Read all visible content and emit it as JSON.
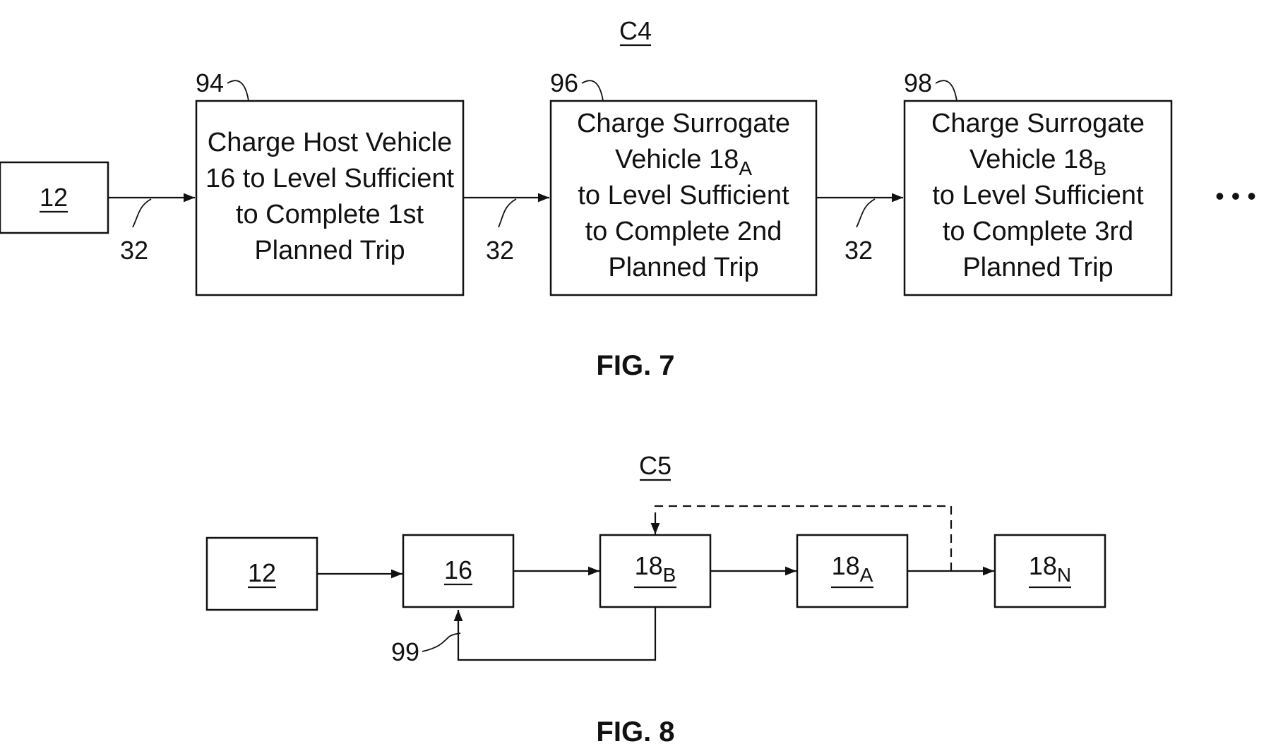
{
  "fig7": {
    "caption": "FIG. 7",
    "chart_label": "C4",
    "input_block": "12",
    "connector_ref": "32",
    "block_94": {
      "ref": "94",
      "lines": [
        "Charge Host Vehicle",
        "16 to Level Sufficient",
        "to Complete 1st",
        "Planned Trip"
      ]
    },
    "block_96": {
      "ref": "96",
      "line1": "Charge Surrogate",
      "line2_main": "Vehicle 18",
      "line2_sub": "A",
      "lines_rest": [
        "to Level Sufficient",
        "to Complete 2nd",
        "Planned Trip"
      ]
    },
    "block_98": {
      "ref": "98",
      "line1": "Charge Surrogate",
      "line2_main": "Vehicle 18",
      "line2_sub": "B",
      "lines_rest": [
        "to Level Sufficient",
        "to Complete 3rd",
        "Planned Trip"
      ]
    },
    "continuation": "• • •"
  },
  "fig8": {
    "caption": "FIG. 8",
    "chart_label": "C5",
    "block_12": "12",
    "block_16": "16",
    "block_18b": {
      "main": "18",
      "sub": "B"
    },
    "block_18a": {
      "main": "18",
      "sub": "A"
    },
    "block_18n": {
      "main": "18",
      "sub": "N"
    },
    "feedback_ref": "99"
  }
}
